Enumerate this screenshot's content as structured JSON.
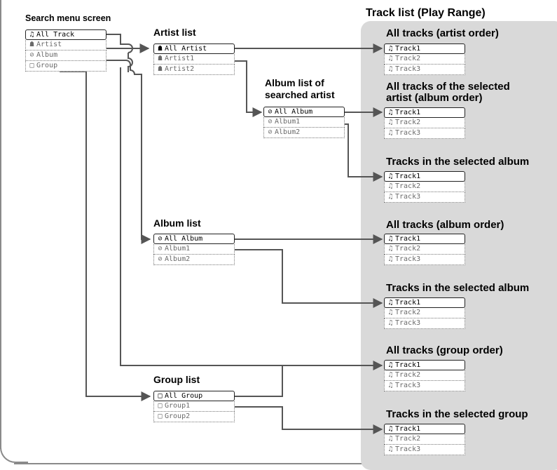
{
  "headers": {
    "search_menu_screen": "Search menu screen",
    "track_list_play_range": "Track list (Play Range)",
    "artist_list": "Artist list",
    "album_list_of_searched_artist": [
      "Album list of",
      "searched artist"
    ],
    "album_list": "Album list",
    "group_list": "Group list"
  },
  "search_menu": [
    {
      "icon": "♫",
      "label": "All Track"
    },
    {
      "icon": "☗",
      "label": "Artist"
    },
    {
      "icon": "⊘",
      "label": "Album"
    },
    {
      "icon": "□",
      "label": "Group"
    }
  ],
  "artist_list": [
    {
      "icon": "☗",
      "label": "All Artist"
    },
    {
      "icon": "☗",
      "label": "Artist1"
    },
    {
      "icon": "☗",
      "label": "Artist2"
    }
  ],
  "artist_album_list": [
    {
      "icon": "⊘",
      "label": "All Album"
    },
    {
      "icon": "⊘",
      "label": "Album1"
    },
    {
      "icon": "⊘",
      "label": "Album2"
    }
  ],
  "album_list": [
    {
      "icon": "⊘",
      "label": "All Album"
    },
    {
      "icon": "⊘",
      "label": "Album1"
    },
    {
      "icon": "⊘",
      "label": "Album2"
    }
  ],
  "group_list": [
    {
      "icon": "□",
      "label": "All Group"
    },
    {
      "icon": "□",
      "label": "Group1"
    },
    {
      "icon": "□",
      "label": "Group2"
    }
  ],
  "track_groups": [
    {
      "title": [
        "All tracks (artist order)"
      ],
      "tracks": [
        "Track1",
        "Track2",
        "Track3"
      ]
    },
    {
      "title": [
        "All tracks of the selected",
        "artist (album order)"
      ],
      "tracks": [
        "Track1",
        "Track2",
        "Track3"
      ]
    },
    {
      "title": [
        "Tracks in the selected album"
      ],
      "tracks": [
        "Track1",
        "Track2",
        "Track3"
      ]
    },
    {
      "title": [
        "All tracks (album order)"
      ],
      "tracks": [
        "Track1",
        "Track2",
        "Track3"
      ]
    },
    {
      "title": [
        "Tracks in the selected album"
      ],
      "tracks": [
        "Track1",
        "Track2",
        "Track3"
      ]
    },
    {
      "title": [
        "All tracks (group order)"
      ],
      "tracks": [
        "Track1",
        "Track2",
        "Track3"
      ]
    },
    {
      "title": [
        "Tracks in the selected group"
      ],
      "tracks": [
        "Track1",
        "Track2",
        "Track3"
      ]
    }
  ],
  "track_icon": "♫",
  "colors": {
    "panel": "#d9d9d9",
    "line": "#555555",
    "dim_text": "#6a6a6a"
  }
}
